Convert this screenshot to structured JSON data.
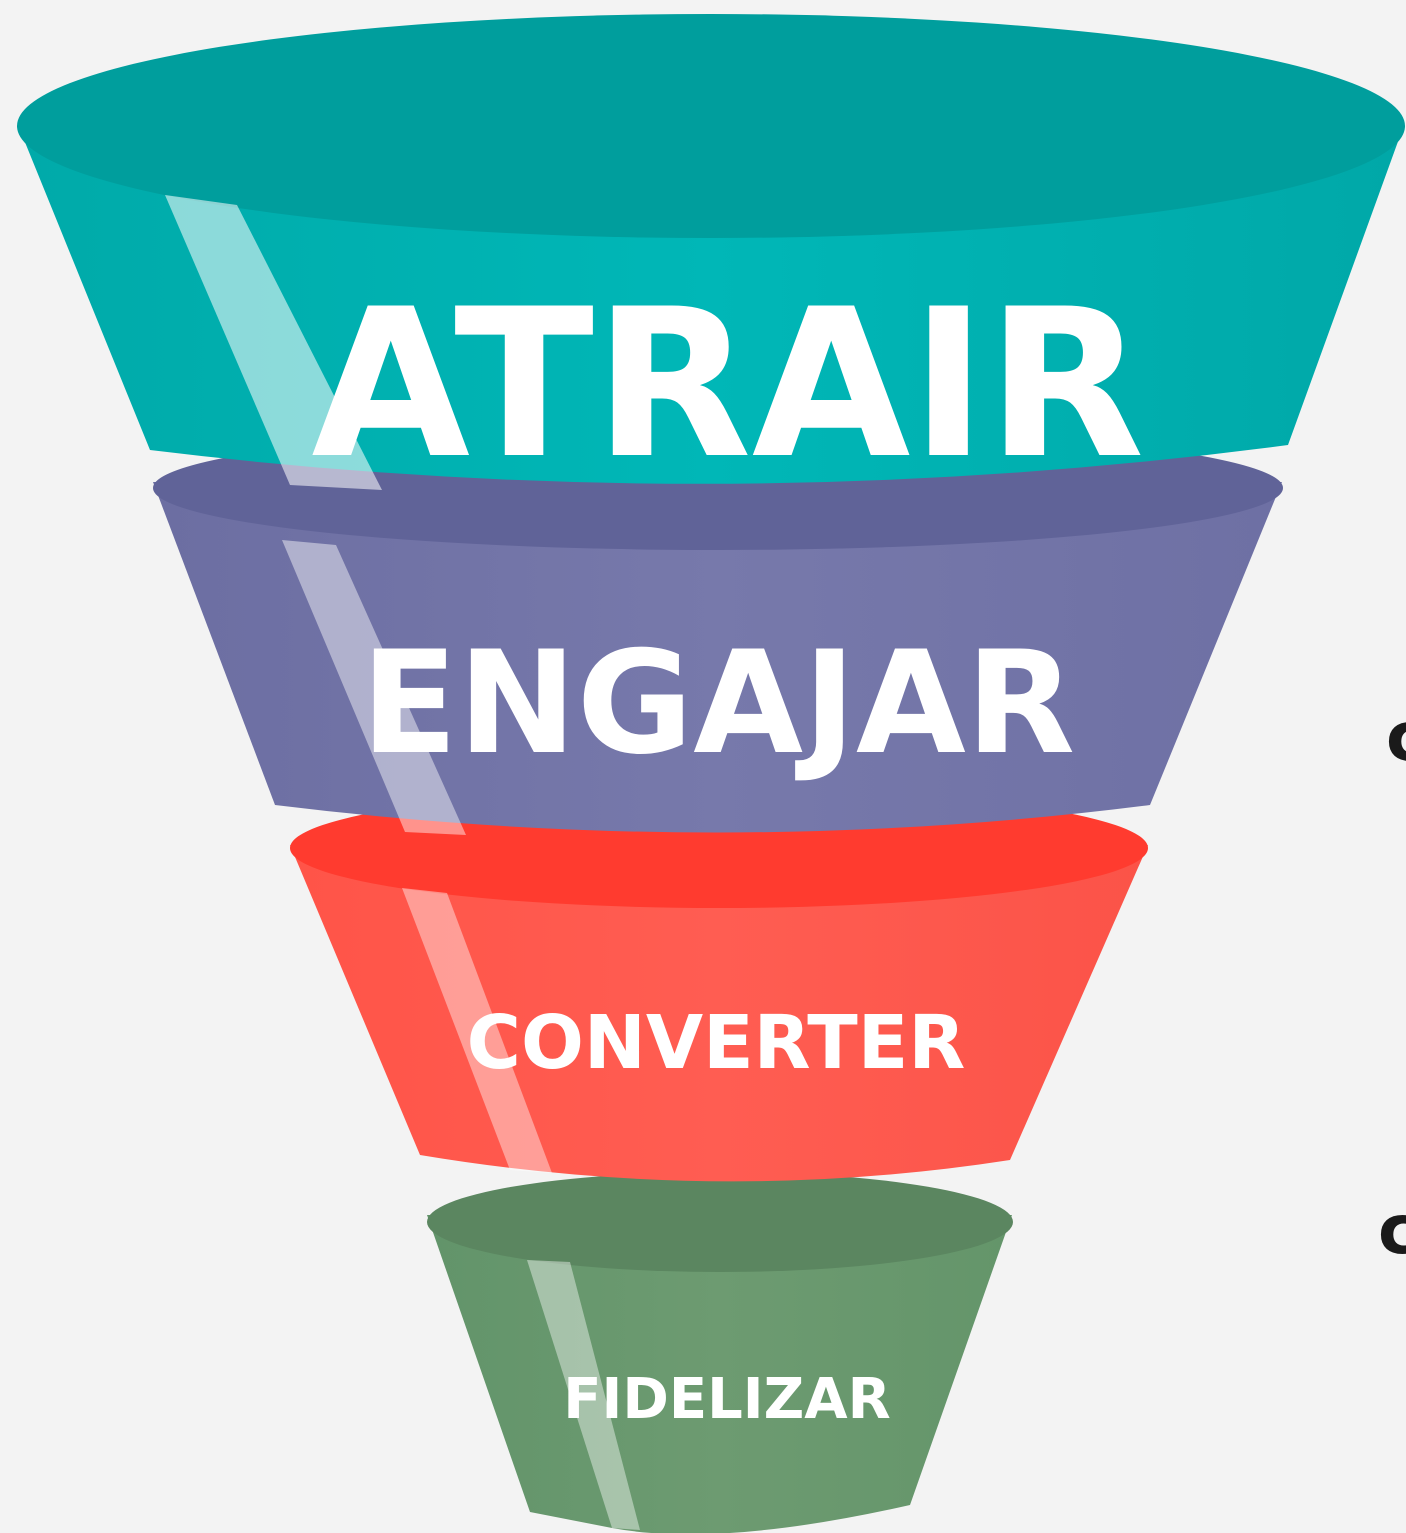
{
  "stages": [
    {
      "label": "ATRAIR",
      "color": "#00b3b3"
    },
    {
      "label": "ENGAJAR",
      "color": "#7476a8"
    },
    {
      "label": "CONVERTER",
      "color": "#ff5a4f"
    },
    {
      "label": "FIDELIZAR",
      "color": "#6a9a6e"
    }
  ],
  "edge_text": {
    "upper": "c",
    "lower": "c"
  }
}
